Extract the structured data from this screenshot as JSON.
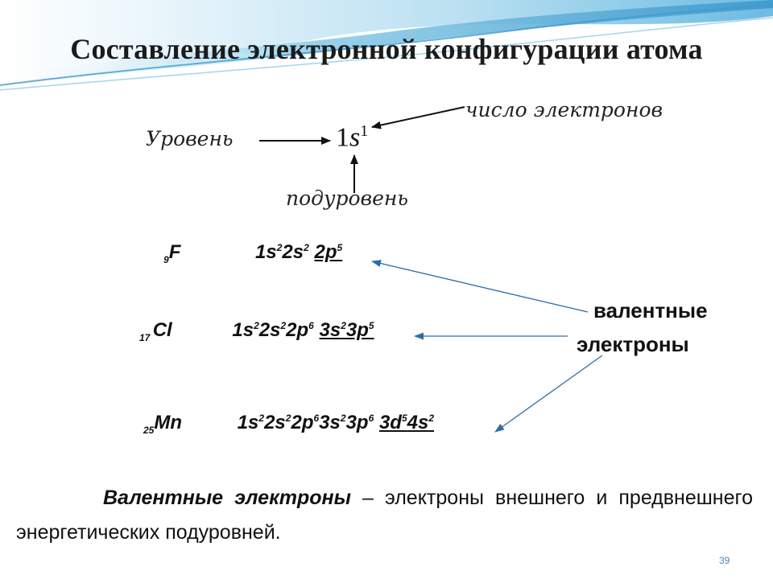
{
  "slide": {
    "title": "Составление электронной конфигурации атома",
    "page_number": "39"
  },
  "diagram": {
    "level_label": "Уровень",
    "formula_main": "1",
    "formula_s": "s",
    "formula_sup": "1",
    "electrons_label": "число электронов",
    "sublevel_label": "подуровень"
  },
  "examples": [
    {
      "z": "9",
      "symbol": "F",
      "parts": [
        {
          "t": "1s",
          "sup": "2"
        },
        {
          "t": "2s",
          "sup": "2"
        },
        {
          "t": " "
        },
        {
          "t": "2p",
          "sup": "5",
          "u": true
        }
      ]
    },
    {
      "z": "17 ",
      "symbol": "Cl",
      "parts": [
        {
          "t": "1s",
          "sup": "2"
        },
        {
          "t": "2s",
          "sup": "2"
        },
        {
          "t": "2p",
          "sup": "6"
        },
        {
          "t": " "
        },
        {
          "t": "3s",
          "sup": "2",
          "u": true
        },
        {
          "t": "3p",
          "sup": "5",
          "u": true
        }
      ]
    },
    {
      "z": "25",
      "symbol": "Mn",
      "parts": [
        {
          "t": "1s",
          "sup": "2"
        },
        {
          "t": "2s",
          "sup": "2"
        },
        {
          "t": "2p",
          "sup": "6"
        },
        {
          "t": "3s",
          "sup": "2"
        },
        {
          "t": "3p",
          "sup": "6"
        },
        {
          "t": " "
        },
        {
          "t": "3d",
          "sup": "5",
          "u": true
        },
        {
          "t": "4s",
          "sup": "2",
          "u": true
        }
      ]
    }
  ],
  "valence_label_line1": "валентные",
  "valence_label_line2": "электроны",
  "definition": {
    "term": "Валентные электроны",
    "text": " – электроны внешнего и предвнешнего энергетических подуровней."
  },
  "colors": {
    "arrow": "#2e6da4",
    "wave_dark": "#4fa3d1",
    "wave_light": "#bfe3f3"
  }
}
